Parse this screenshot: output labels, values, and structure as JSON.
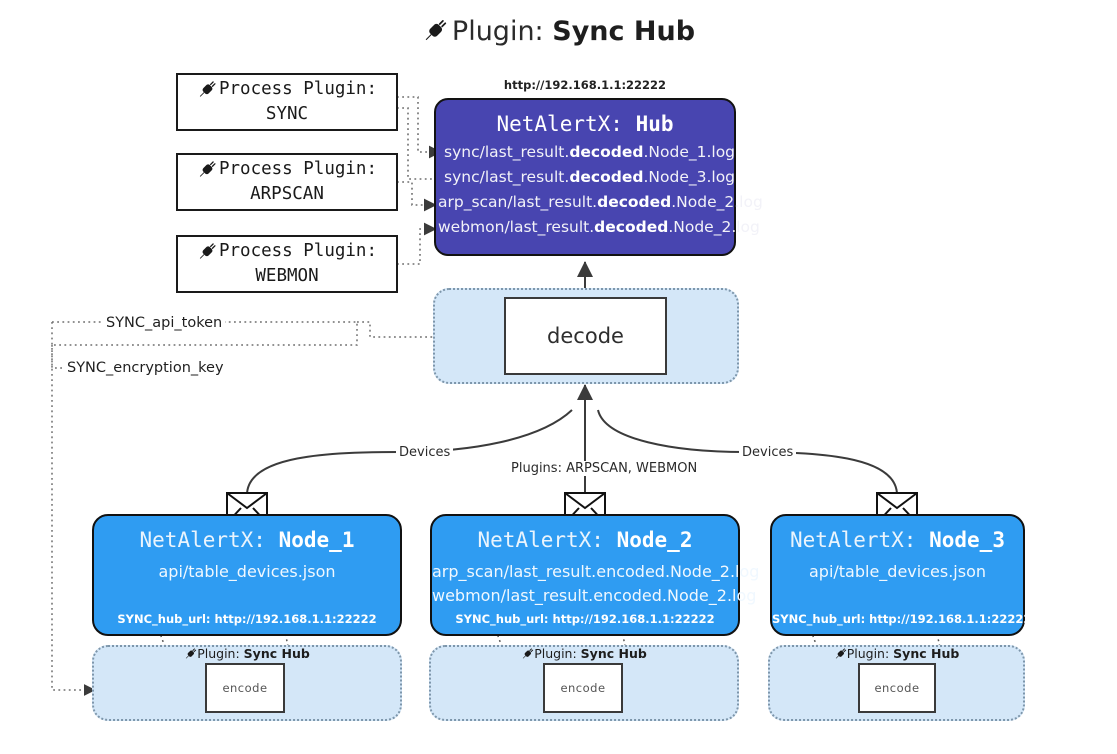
{
  "title": {
    "icon": "plug-icon",
    "prefix": "Plugin:",
    "name": "Sync Hub"
  },
  "process_plugins": [
    {
      "icon": "plug-icon",
      "line1": "Process Plugin:",
      "line2": "SYNC"
    },
    {
      "icon": "plug-icon",
      "line1": "Process Plugin:",
      "line2": "ARPSCAN"
    },
    {
      "icon": "plug-icon",
      "line1": "Process Plugin:",
      "line2": "WEBMON"
    }
  ],
  "hub": {
    "url_label": "http://192.168.1.1:22222",
    "header_prefix": "NetAlertX:",
    "header_name": "Hub",
    "logs": [
      {
        "pre": "sync/last_result.",
        "mid": "decoded",
        "post": ".Node_1.log"
      },
      {
        "pre": "sync/last_result.",
        "mid": "decoded",
        "post": ".Node_3.log"
      },
      {
        "pre": "arp_scan/last_result.",
        "mid": "decoded",
        "post": ".Node_2.log"
      },
      {
        "pre": "webmon/last_result.",
        "mid": "decoded",
        "post": ".Node_2.log"
      }
    ]
  },
  "decode": {
    "label": "decode"
  },
  "tokens": {
    "api_token": "SYNC_api_token",
    "encryption_key": "SYNC_encryption_key"
  },
  "edge_labels": {
    "devices_left": "Devices",
    "devices_right": "Devices",
    "plugins_center": "Plugins: ARPSCAN, WEBMON"
  },
  "nodes": [
    {
      "icon": "envelope-icon",
      "header_prefix": "NetAlertX:",
      "header_name": "Node_1",
      "lines": [
        "api/table_devices.json"
      ],
      "footer": "SYNC_hub_url: http://192.168.1.1:22222",
      "plugin_label_icon": "plug-icon",
      "plugin_label_prefix": "Plugin:",
      "plugin_label_name": "Sync Hub",
      "encode_label": "encode"
    },
    {
      "icon": "envelope-icon",
      "header_prefix": "NetAlertX:",
      "header_name": "Node_2",
      "lines": [
        "arp_scan/last_result.encoded.Node_2.log",
        "webmon/last_result.encoded.Node_2.log"
      ],
      "footer": "SYNC_hub_url: http://192.168.1.1:22222",
      "plugin_label_icon": "plug-icon",
      "plugin_label_prefix": "Plugin:",
      "plugin_label_name": "Sync Hub",
      "encode_label": "encode"
    },
    {
      "icon": "envelope-icon",
      "header_prefix": "NetAlertX:",
      "header_name": "Node_3",
      "lines": [
        "api/table_devices.json"
      ],
      "footer": "SYNC_hub_url: http://192.168.1.1:22222",
      "plugin_label_icon": "plug-icon",
      "plugin_label_prefix": "Plugin:",
      "plugin_label_name": "Sync Hub",
      "encode_label": "encode"
    }
  ],
  "colors": {
    "hub_fill": "#4845b0",
    "node_fill": "#2f9cf2",
    "container_fill": "#d4e7f8",
    "stroke": "#333333"
  }
}
